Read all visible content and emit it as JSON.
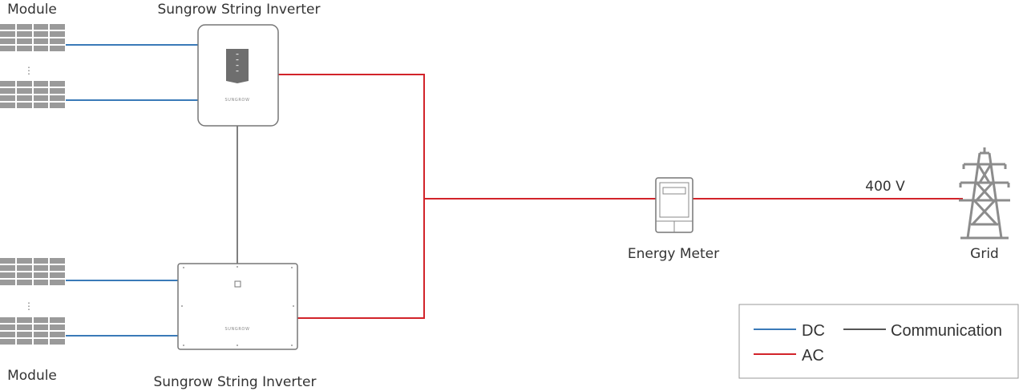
{
  "labels": {
    "module_top": "Module",
    "module_bottom": "Module",
    "inverter_top": "Sungrow String Inverter",
    "inverter_bottom": "Sungrow String Inverter",
    "energy_meter": "Energy Meter",
    "grid": "Grid",
    "voltage": "400 V",
    "inverter_brand": "SUNGROW"
  },
  "legend": {
    "dc": "DC",
    "ac": "AC",
    "communication": "Communication"
  },
  "colors": {
    "dc": "#3a7ab8",
    "ac": "#d2232a",
    "communication": "#555555",
    "equipment_outline": "#777777",
    "panel_fill": "#9a9a9a"
  }
}
